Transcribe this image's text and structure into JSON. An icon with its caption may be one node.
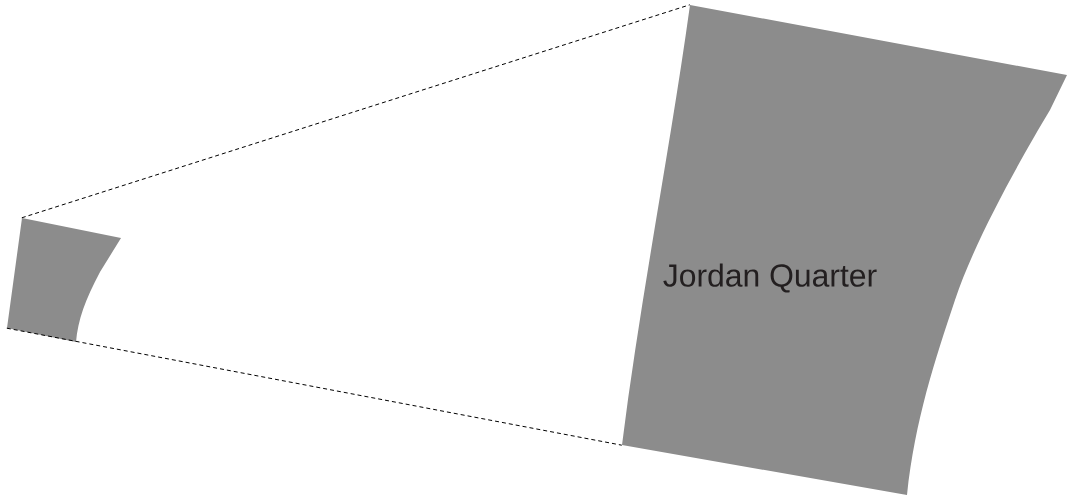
{
  "diagram": {
    "nodes": [
      {
        "text": [],
        "shape": "polygon"
      },
      {
        "text": [
          "Jordan Quarter"
        ]
      }
    ],
    "edges": [
      {
        "from": 0,
        "to": 1,
        "arrow": "none",
        "style": "dashed"
      },
      {
        "from": 0,
        "to": 1,
        "arrow": "none",
        "style": "dashed"
      }
    ]
  }
}
